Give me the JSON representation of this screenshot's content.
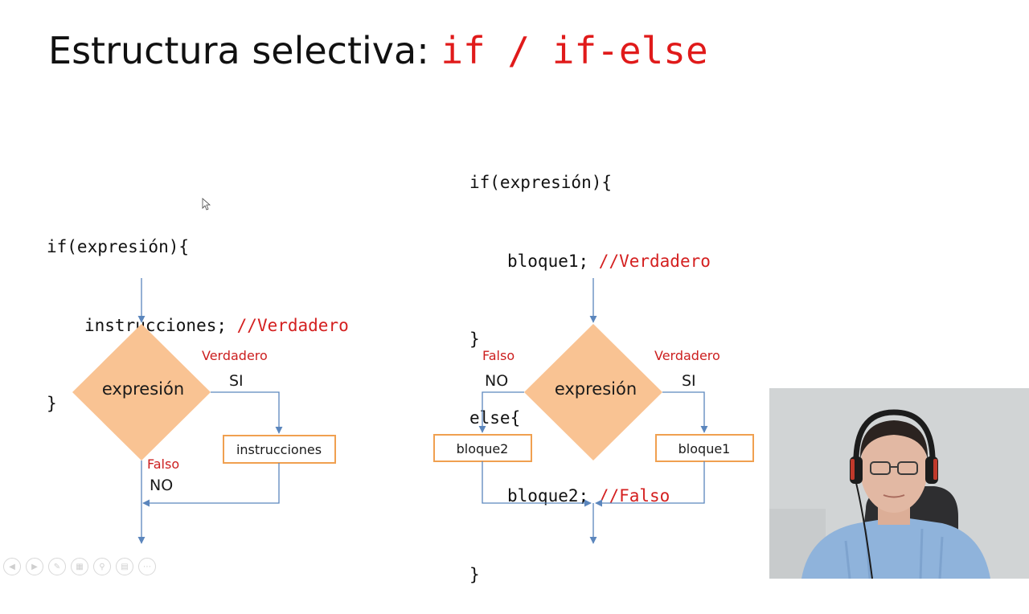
{
  "slide": {
    "title_text": "Estructura selectiva: ",
    "title_code": "if / if-else"
  },
  "code_if": {
    "line1": "if(expresión){",
    "line2_code": "instrucciones; ",
    "line2_comment": "//Verdadero",
    "line3": "}"
  },
  "code_ifelse": {
    "line1": "if(expresión){",
    "line2_code": "bloque1; ",
    "line2_comment": "//Verdadero",
    "line3": "}",
    "line4": "else{",
    "line5_code": "bloque2; ",
    "line5_comment": "//Falso",
    "line6": "}"
  },
  "flow_if": {
    "decision": "expresión",
    "true_label": "Verdadero",
    "yes": "SI",
    "false_label": "Falso",
    "no": "NO",
    "box": "instrucciones"
  },
  "flow_ifelse": {
    "decision": "expresión",
    "true_label": "Verdadero",
    "yes": "SI",
    "false_label": "Falso",
    "no": "NO",
    "box_true": "bloque1",
    "box_false": "bloque2"
  },
  "colors": {
    "diamond": "#f9c393",
    "box_border": "#f0a050",
    "connector": "#5b86bd",
    "label_red": "#cc1f1f",
    "code_red": "#e01a1a"
  },
  "toolbar": {
    "icons": [
      "previous-icon",
      "next-icon",
      "pen-icon",
      "slides-icon",
      "zoom-icon",
      "subtitles-icon",
      "more-icon"
    ]
  }
}
